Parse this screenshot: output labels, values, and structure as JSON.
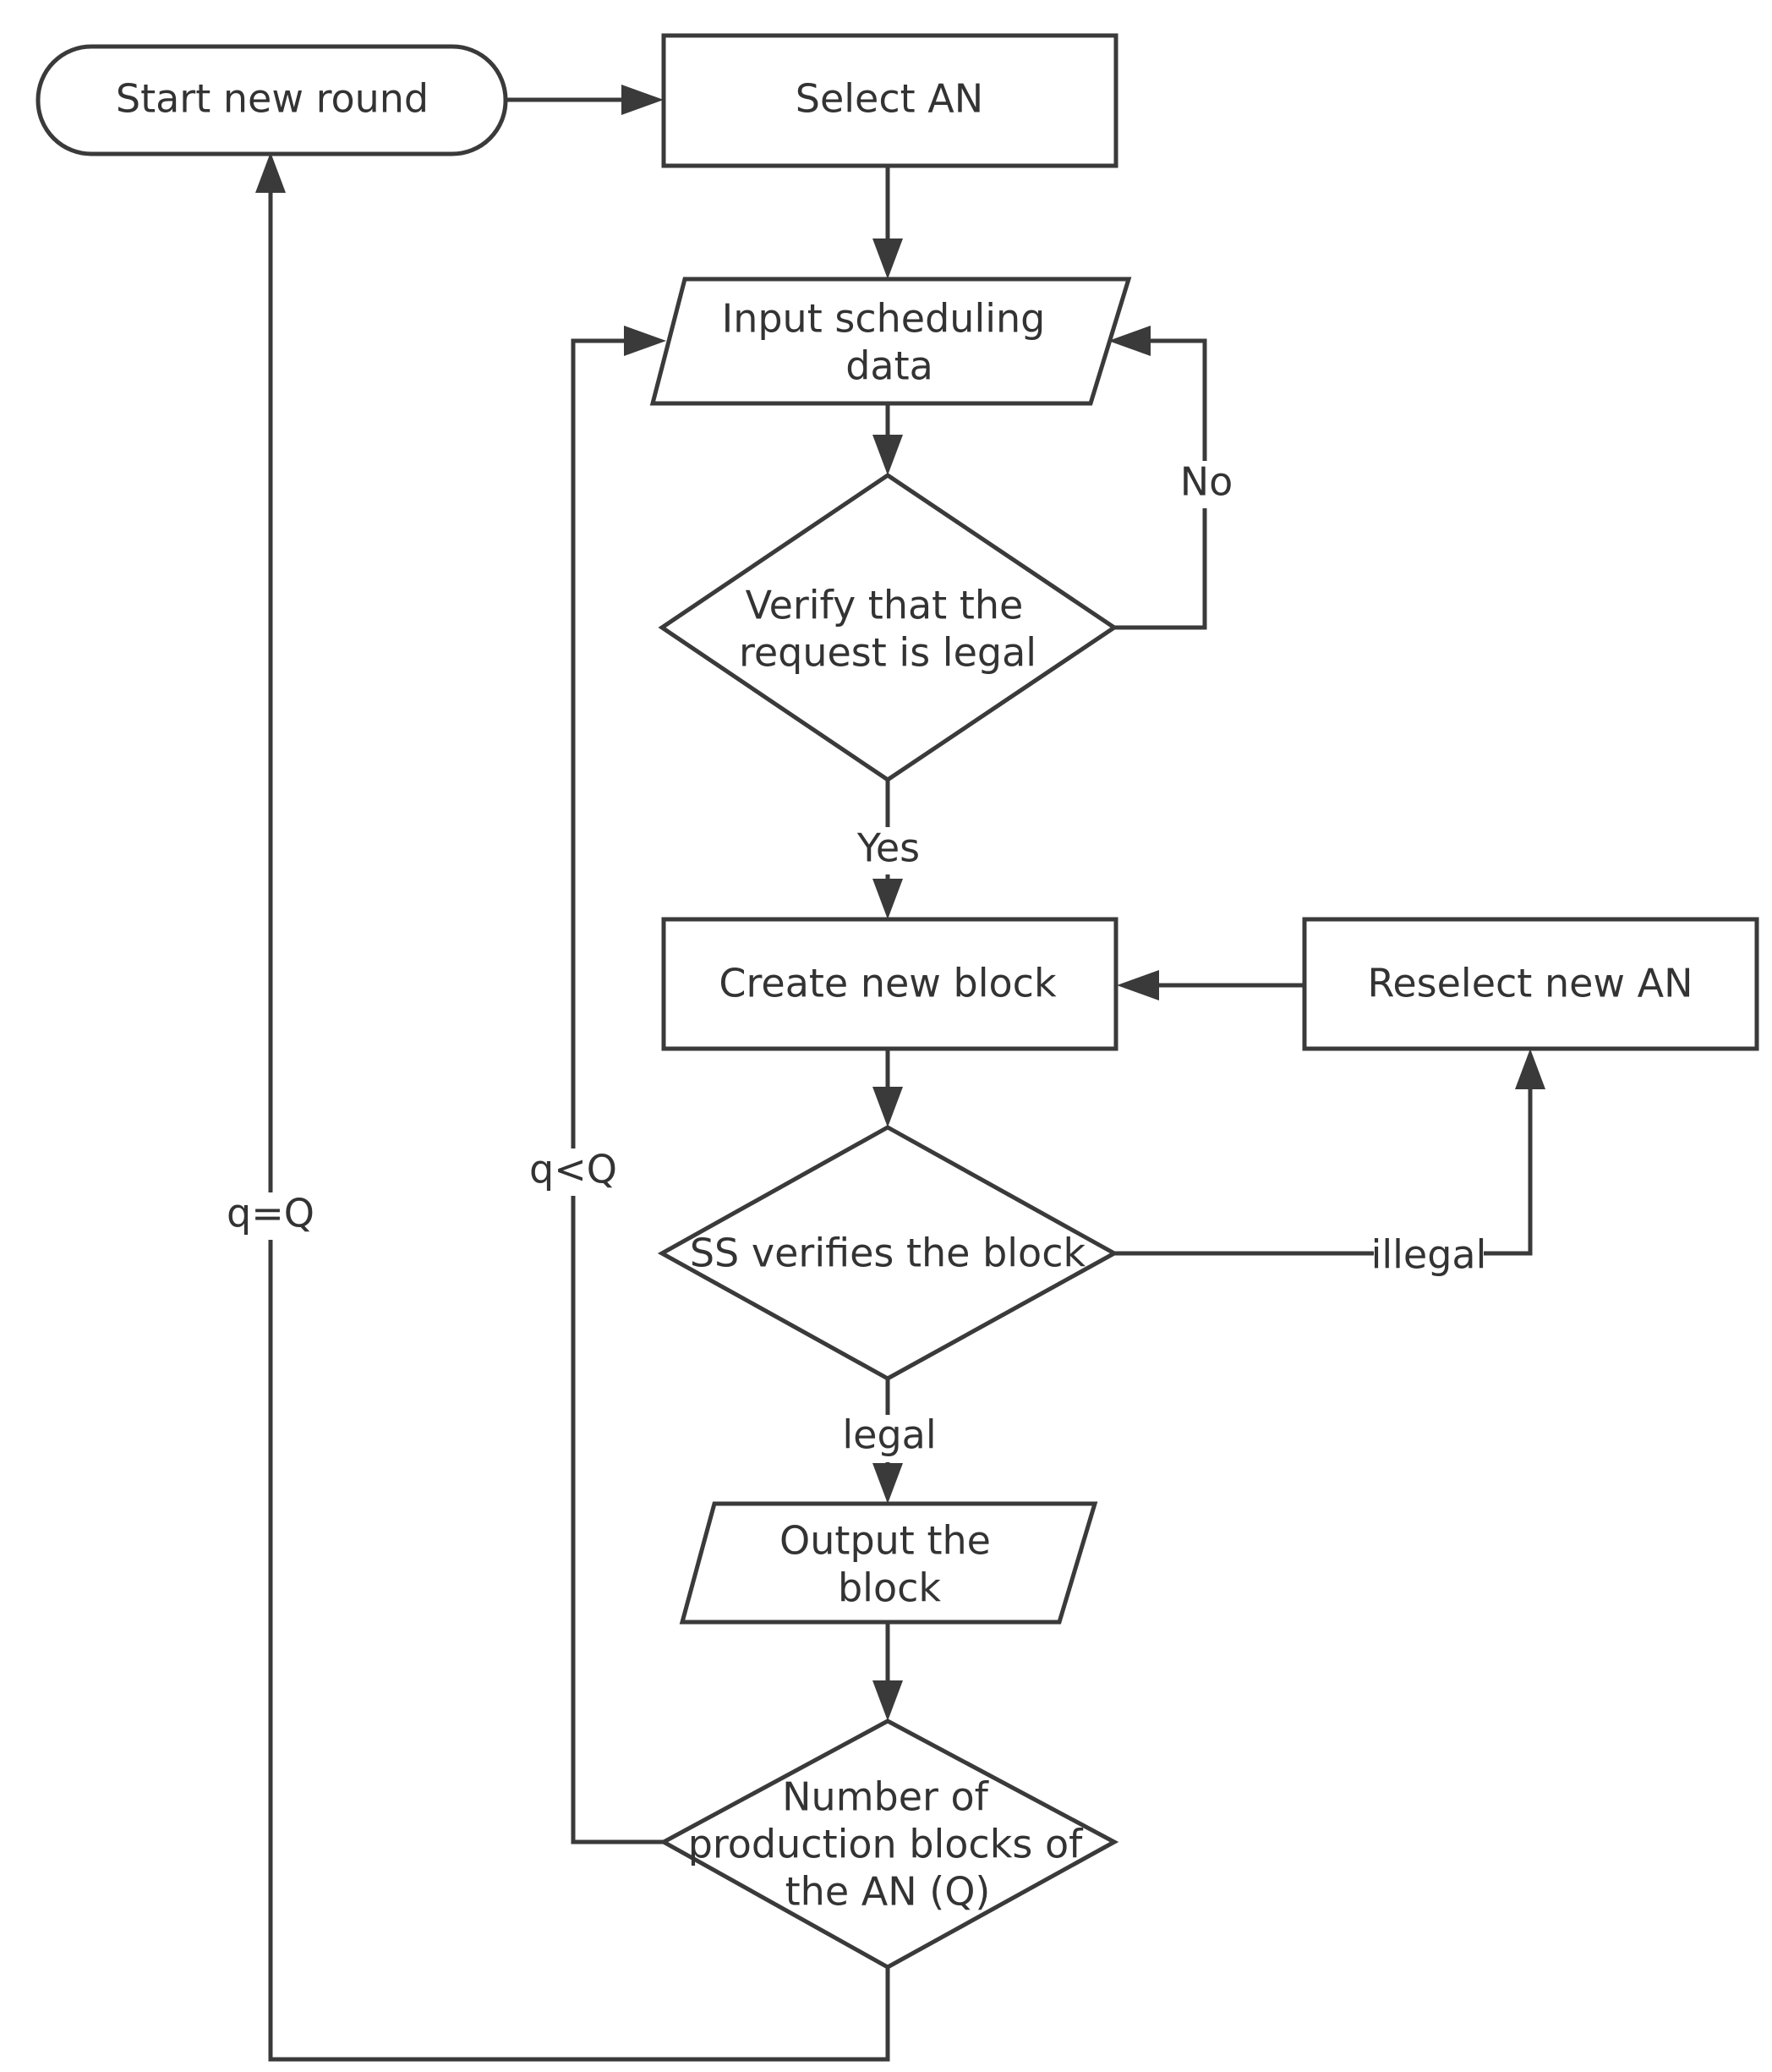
{
  "nodes": {
    "start": "Start new round",
    "select_an": "Select AN",
    "input_line1": "Input scheduling",
    "input_line2": "data",
    "verify_line1": "Verify that the",
    "verify_line2": "request is legal",
    "create_block": "Create new block",
    "reselect": "Reselect new AN",
    "ss_verify": "SS verifies the block",
    "output_line1": "Output the",
    "output_line2": "block",
    "count_line1": "Number of",
    "count_line2": "production blocks of",
    "count_line3": "the AN (Q)"
  },
  "edges": {
    "no": "No",
    "yes": "Yes",
    "illegal": "illegal",
    "legal": "legal",
    "q_less": "q<Q",
    "q_equal": "q=Q"
  }
}
